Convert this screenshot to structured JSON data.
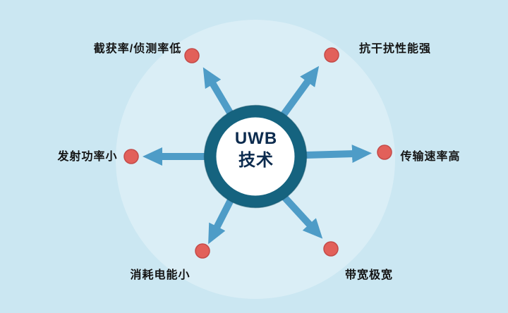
{
  "title": "UWB technology features diagram",
  "center": {
    "line1": "UWB",
    "line2": "技术"
  },
  "items": [
    {
      "id": "low-interception-rate",
      "label": "截获率/侦测率低",
      "position": "top-left"
    },
    {
      "id": "anti-interference",
      "label": "抗干扰性能强",
      "position": "top-right"
    },
    {
      "id": "low-transmit-power",
      "label": "发射功率小",
      "position": "left"
    },
    {
      "id": "high-transmission-rate",
      "label": "传输速率高",
      "position": "right"
    },
    {
      "id": "low-power-consumption",
      "label": "消耗电能小",
      "position": "bottom-left"
    },
    {
      "id": "very-wide-bandwidth",
      "label": "带宽极宽",
      "position": "bottom-right"
    }
  ],
  "colors": {
    "background": "#cbe7f2",
    "halo_circle": "#daeef6",
    "center_ring": "#15637f",
    "center_fill": "#ffffff",
    "center_text": "#0c2b4e",
    "arrow": "#4e9cc7",
    "dot_fill": "#e2605a",
    "dot_edge": "#c44b49",
    "label_text": "#141414"
  }
}
